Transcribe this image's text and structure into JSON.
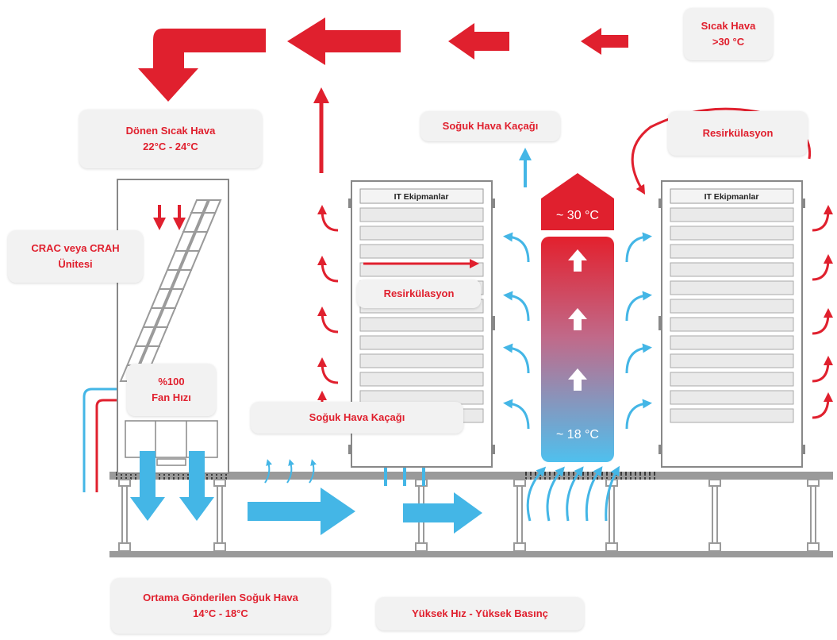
{
  "labels": {
    "hot_air": "Sıcak Hava\n>30 °C",
    "return_hot_air": "Dönen Sıcak Hava\n22°C - 24°C",
    "cold_leak_top": "Soğuk Hava Kaçağı",
    "recirculation_top": "Resirkülasyon",
    "crac_unit": "CRAC veya CRAH\nÜnitesi",
    "recirculation_mid": "Resirkülasyon",
    "fan_speed": "%100\nFan Hızı",
    "cold_leak_bottom": "Soğuk Hava Kaçağı",
    "supply_cold_air": "Ortama Gönderilen Soğuk Hava\n14°C - 18°C",
    "high_speed_pressure": "Yüksek Hız - Yüksek Basınç"
  },
  "racks": {
    "left_title": "IT Ekipmanlar",
    "right_title": "IT Ekipmanlar"
  },
  "aisle": {
    "top_temp": "~ 30 °C",
    "bottom_temp": "~ 18 °C"
  },
  "colors": {
    "hot": "#e0202e",
    "cold": "#44b6e6",
    "rack_border": "#888888",
    "floor": "#9a9a9a"
  }
}
